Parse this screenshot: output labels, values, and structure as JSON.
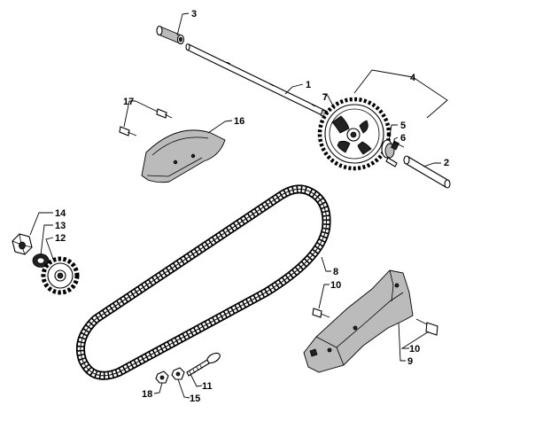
{
  "callouts": {
    "c1": "1",
    "c2": "2",
    "c3": "3",
    "c4": "4",
    "c5": "5",
    "c6": "6",
    "c7": "7",
    "c8": "8",
    "c9": "9",
    "c10a": "10",
    "c10b": "10",
    "c11": "11",
    "c12": "12",
    "c13": "13",
    "c14": "14",
    "c15": "15",
    "c16": "16",
    "c17": "17",
    "c18": "18"
  }
}
